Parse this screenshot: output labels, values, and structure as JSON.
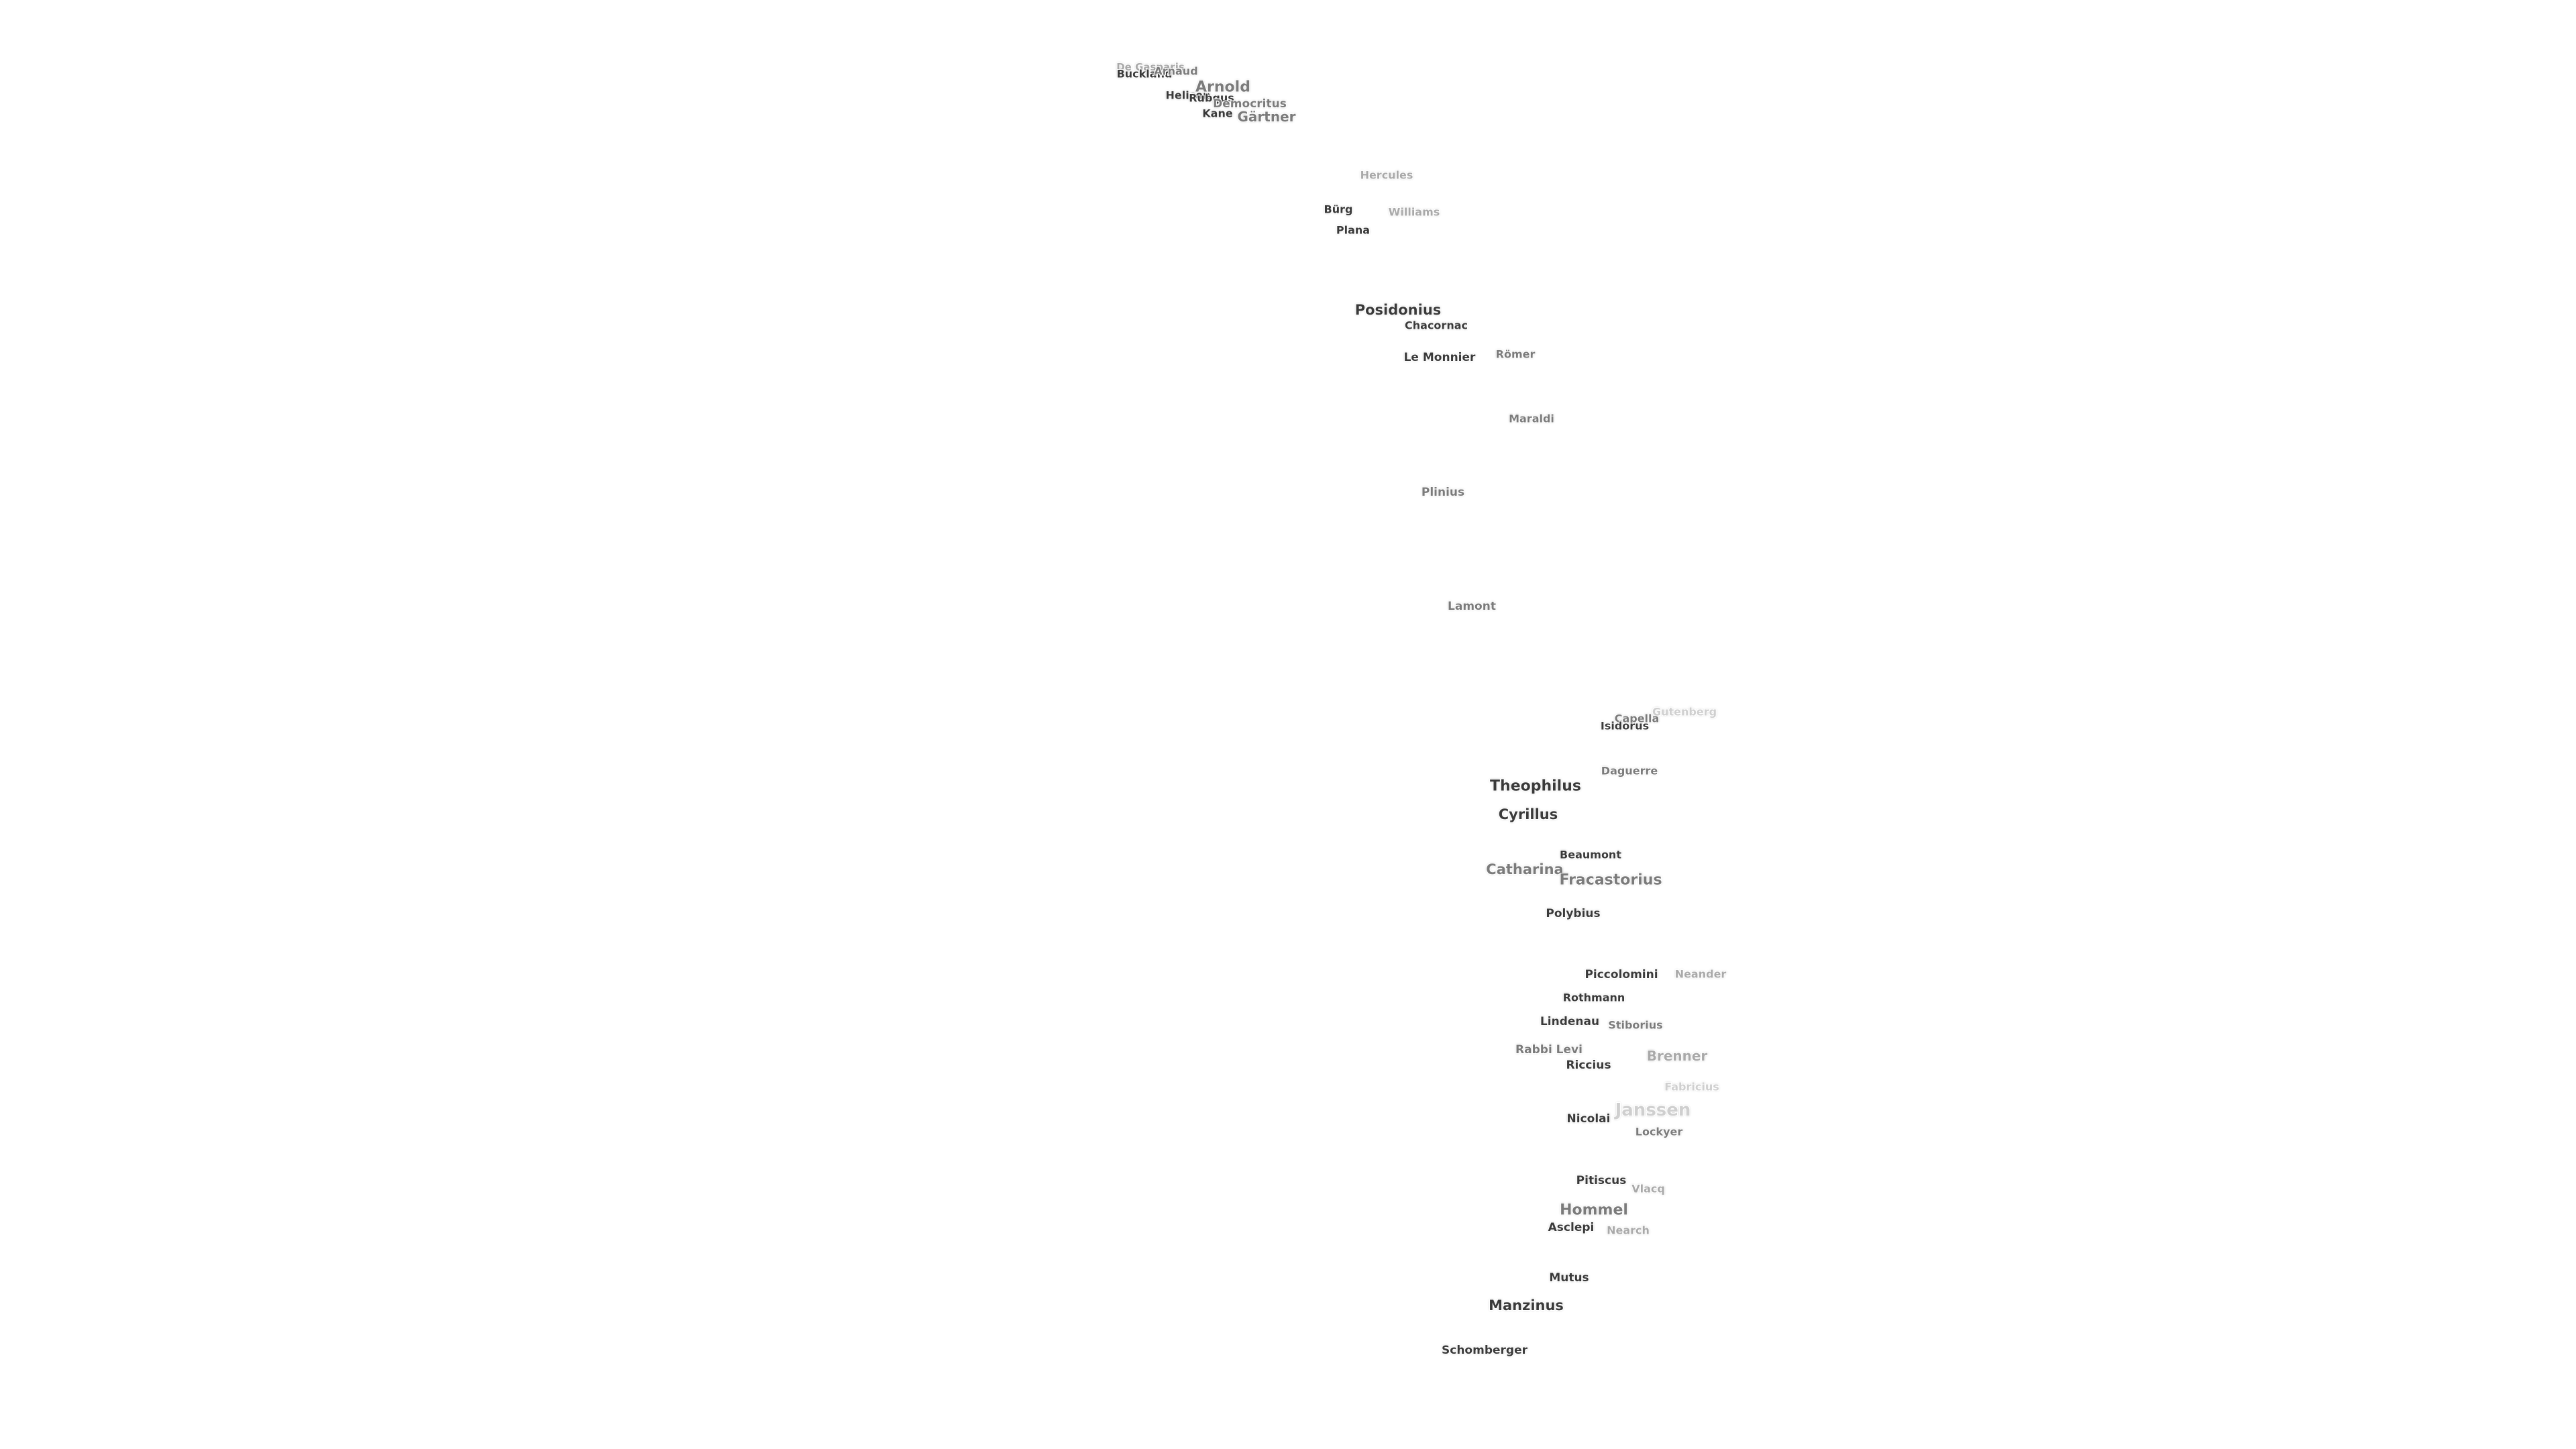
{
  "labels": [
    {
      "id": "de-gasparis",
      "name": "De Gasparis",
      "tone": "light"
    },
    {
      "id": "buckland",
      "name": "Buckland",
      "tone": "dark"
    },
    {
      "id": "arnaud",
      "name": "Arnaud",
      "tone": "mid"
    },
    {
      "id": "arnold",
      "name": "Arnold",
      "tone": "mid"
    },
    {
      "id": "helicon",
      "name": "Helicon",
      "tone": "dark"
    },
    {
      "id": "rubgus",
      "name": "Rubgus",
      "tone": "dark"
    },
    {
      "id": "democritus",
      "name": "Democritus",
      "tone": "mid"
    },
    {
      "id": "kane",
      "name": "Kane",
      "tone": "dark"
    },
    {
      "id": "gartner",
      "name": "Gärtner",
      "tone": "mid"
    },
    {
      "id": "hercules",
      "name": "Hercules",
      "tone": "light"
    },
    {
      "id": "burg",
      "name": "Bürg",
      "tone": "dark"
    },
    {
      "id": "williams",
      "name": "Williams",
      "tone": "light"
    },
    {
      "id": "plana",
      "name": "Plana",
      "tone": "dark"
    },
    {
      "id": "posidonius",
      "name": "Posidonius",
      "tone": "dark"
    },
    {
      "id": "chacornac",
      "name": "Chacornac",
      "tone": "dark"
    },
    {
      "id": "le-monnier",
      "name": "Le Monnier",
      "tone": "dark"
    },
    {
      "id": "romer",
      "name": "Römer",
      "tone": "mid"
    },
    {
      "id": "maraldi",
      "name": "Maraldi",
      "tone": "mid"
    },
    {
      "id": "plinius",
      "name": "Plinius",
      "tone": "mid"
    },
    {
      "id": "lamont",
      "name": "Lamont",
      "tone": "mid"
    },
    {
      "id": "gutenberg",
      "name": "Gutenberg",
      "tone": "faint"
    },
    {
      "id": "capella",
      "name": "Capella",
      "tone": "mid"
    },
    {
      "id": "isidorus",
      "name": "Isidorus",
      "tone": "dark"
    },
    {
      "id": "daguerre",
      "name": "Daguerre",
      "tone": "mid"
    },
    {
      "id": "theophilus",
      "name": "Theophilus",
      "tone": "dark"
    },
    {
      "id": "cyrillus",
      "name": "Cyrillus",
      "tone": "dark"
    },
    {
      "id": "beaumont",
      "name": "Beaumont",
      "tone": "dark"
    },
    {
      "id": "catharina",
      "name": "Catharina",
      "tone": "mid"
    },
    {
      "id": "fracastorius",
      "name": "Fracastorius",
      "tone": "mid"
    },
    {
      "id": "polybius",
      "name": "Polybius",
      "tone": "dark"
    },
    {
      "id": "piccolomini",
      "name": "Piccolomini",
      "tone": "dark"
    },
    {
      "id": "neander",
      "name": "Neander",
      "tone": "light"
    },
    {
      "id": "rothmann",
      "name": "Rothmann",
      "tone": "dark"
    },
    {
      "id": "lindenau",
      "name": "Lindenau",
      "tone": "dark"
    },
    {
      "id": "stiborius",
      "name": "Stiborius",
      "tone": "mid"
    },
    {
      "id": "rabbi-levi",
      "name": "Rabbi Levi",
      "tone": "mid"
    },
    {
      "id": "brenner",
      "name": "Brenner",
      "tone": "light"
    },
    {
      "id": "riccius",
      "name": "Riccius",
      "tone": "dark"
    },
    {
      "id": "fabricius",
      "name": "Fabricius",
      "tone": "faint"
    },
    {
      "id": "janssen",
      "name": "Janssen",
      "tone": "faint"
    },
    {
      "id": "nicolai",
      "name": "Nicolai",
      "tone": "dark"
    },
    {
      "id": "lockyer",
      "name": "Lockyer",
      "tone": "mid"
    },
    {
      "id": "pitiscus",
      "name": "Pitiscus",
      "tone": "dark"
    },
    {
      "id": "vlacq",
      "name": "Vlacq",
      "tone": "light"
    },
    {
      "id": "hommel",
      "name": "Hommel",
      "tone": "mid"
    },
    {
      "id": "asclepi",
      "name": "Asclepi",
      "tone": "dark"
    },
    {
      "id": "nearch",
      "name": "Nearch",
      "tone": "light"
    },
    {
      "id": "mutus",
      "name": "Mutus",
      "tone": "dark"
    },
    {
      "id": "manzinus",
      "name": "Manzinus",
      "tone": "dark"
    },
    {
      "id": "schomberger",
      "name": "Schomberger",
      "tone": "dark"
    }
  ]
}
